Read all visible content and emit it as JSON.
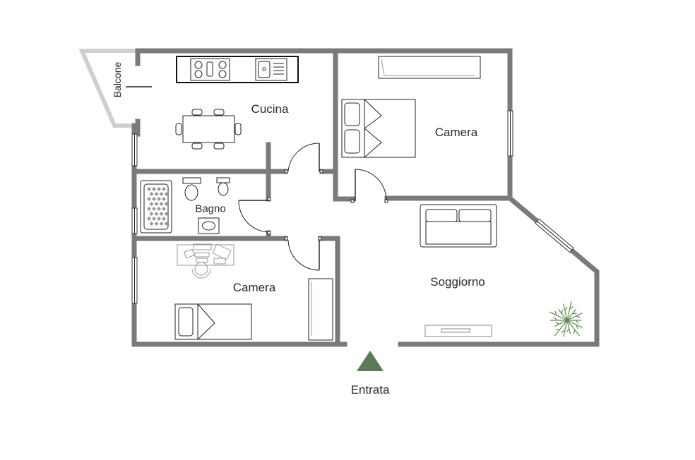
{
  "rooms": {
    "balcone": "Balcone",
    "cucina": "Cucina",
    "camera_top": "Camera",
    "bagno": "Bagno",
    "camera_bottom": "Camera",
    "soggiorno": "Soggiorno"
  },
  "entrance": {
    "label": "Entrata",
    "marker_color": "#5a7a5a"
  },
  "colors": {
    "wall": "#7a7a7a",
    "balcony_wall": "#cfcfcf",
    "plant": "#5e8a4a"
  }
}
